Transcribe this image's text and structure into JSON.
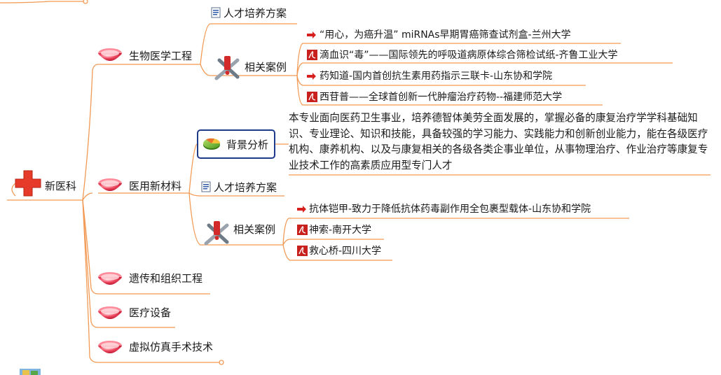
{
  "root": {
    "label": "新医科"
  },
  "branches": {
    "biomed": {
      "label": "生物医学工程",
      "training": "人才培养方案",
      "cases_label": "相关案例",
      "cases": [
        "“用心，为癌升温” miRNAs早期胃癌筛查试剂盒-兰州大学",
        "滴血识“毒”——国际领先的呼吸道病原体综合筛检试纸-齐鲁工业大学",
        "药知道-国内首创抗生素用药指示三联卡-山东协和学院",
        "西苷普——全球首创新一代肿瘤治疗药物--福建师范大学"
      ]
    },
    "materials": {
      "label": "医用新材料",
      "background_label": "背景分析",
      "background_text": "本专业面向医药卫生事业，培养德智体美劳全面发展的，掌握必备的康复治疗学学科基础知识、专业理论、知识和技能，具备较强的学习能力、实践能力和创新创业能力，能在各级医疗机构、康养机构、以及与康复相关的各级各类企事业单位，从事物理治疗、作业治疗等康复专业技术工作的高素质应用型专门人才",
      "training": "人才培养方案",
      "cases_label": "相关案例",
      "cases": [
        "抗体铠甲-致力于降低抗体药毒副作用全包裹型载体-山东协和学院",
        "神索-南开大学",
        "救心桥-四川大学"
      ]
    },
    "genetics": {
      "label": "遗传和组织工程"
    },
    "devices": {
      "label": "医疗设备"
    },
    "surgery": {
      "label": "虚拟仿真手术技术"
    }
  },
  "colors": {
    "connector": "#f29a55",
    "underline": "#f29a55",
    "selection": "#1e3a8a",
    "link_arrow": "#d62020",
    "pdf": "#c8211d",
    "gem": "#e6304a",
    "cross": "#e63a2a"
  },
  "icons": {
    "root": "medical-cross-icon",
    "topic": "red-gem-icon",
    "document": "word-document-icon",
    "cases": "tools-icon",
    "link": "red-arrow-icon",
    "pdf": "pdf-icon",
    "background": "pie-chart-icon"
  }
}
